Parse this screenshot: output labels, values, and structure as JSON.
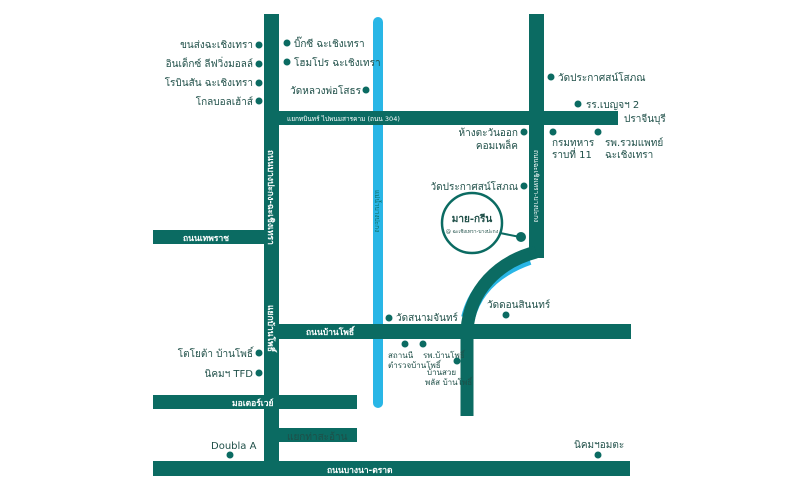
{
  "colors": {
    "road": "#0b6b62",
    "river": "#29b6e6",
    "dot": "#0b6b62",
    "text": "#1f4f48",
    "background": "#ffffff"
  },
  "roads": {
    "west_vertical": "ถนนบางปะกง-ฉะเชิงเทรา",
    "west_vertical_lower": "แยกบ้านโพธิ์",
    "east_vertical": "ถนนฉะเชิงเทรา-บางปะกง",
    "top_horizontal": "แยกทบินทร์ ไปพนมสารคาม (ถนน 304)",
    "thepharat": "ถนนเทพราช",
    "ban_pho": "ถนนบ้านโพธิ์",
    "motorway": "มอเตอร์เวย์",
    "tha_sa_an": "แยกท่าสะอ้าน",
    "bangna_trat": "ถนนบางนา-ตราด",
    "prachinburi": "ปราจีนบุรี",
    "river": "แม่น้ำบางปะกง"
  },
  "places": {
    "khonsong": "ขนส่งฉะเชิงเทรา",
    "index": "อินเด็กซ์ ลีฟวิ่งมอลล์",
    "robinson": "โรบินสัน ฉะเชิงเทรา",
    "global": "โกลบอลเฮ้าส์",
    "bigc": "บิ๊กซี ฉะเชิงเทรา",
    "homepro": "โฮมโปร ฉะเชิงเทรา",
    "wat_luangpho": "วัดหลวงพ่อโสธร",
    "wat_prakat_top": "วัดประกาศสน์โสภณ",
    "rr_benchama": "รร.เบญจฯ 2",
    "department": "ห้างตะวันออก",
    "department_2": "คอมเพล็ค",
    "kromthahan": "กรมทหาร",
    "kromthahan_2": "ราบที่ 11",
    "hospital": "รพ.รวมแพทย์",
    "hospital_2": "ฉะเชิงเทรา",
    "wat_prakat_mid": "วัดประกาศสน์โสภณ",
    "project": "มาย-กรีน",
    "project_sub": "@ ฉะเชิงเทรา-บางปะกง",
    "wat_don_sinthon": "วัดดอนสินนทร์",
    "wat_sanam": "วัดสนามจันทร์",
    "police": "สถานนี",
    "police_2": "ตำรวจบ้านโพธิ์",
    "rp_banpho": "รพ.บ้านโพธิ์",
    "village": "บ้านสวย",
    "village_2": "พลัส บ้านโพธิ์",
    "toyota": "โตโยต้า บ้านโพธิ์",
    "nikom_tfd": "นิคมฯ TFD",
    "double_a": "Doubla A",
    "nikom_ama": "นิคมฯอมตะ"
  }
}
